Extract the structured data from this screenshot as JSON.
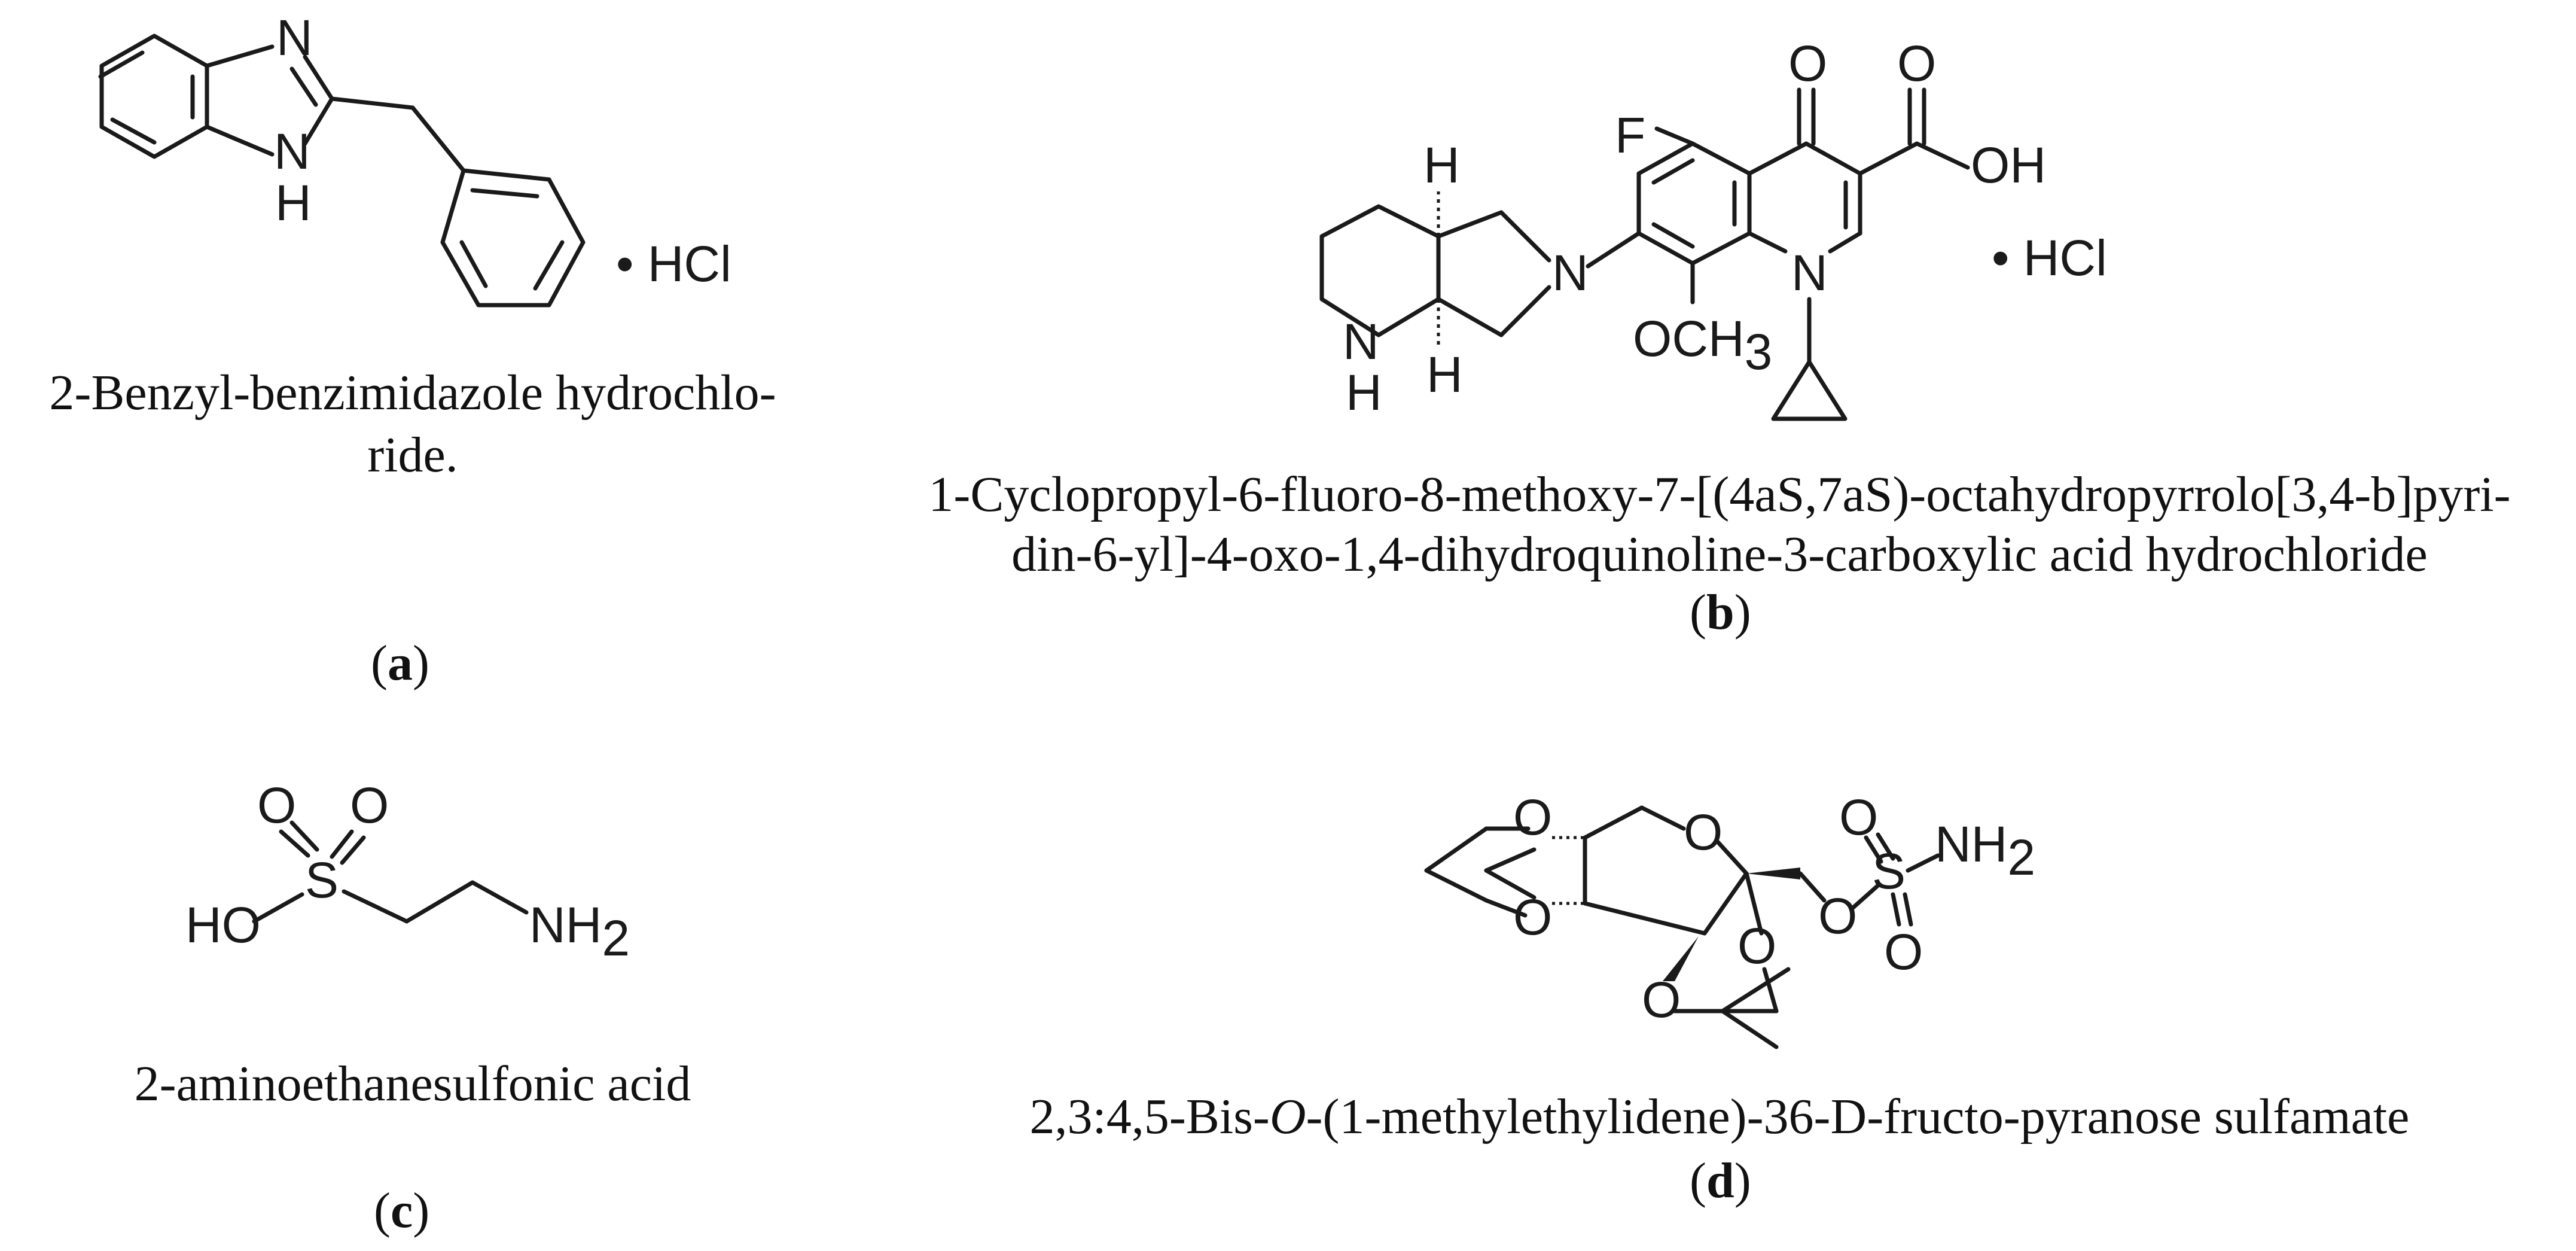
{
  "panels": [
    {
      "id": "a",
      "caption": "2-Benzyl-benzimidazole hydrochlo-\nride.",
      "label_open": "(",
      "label_letter": "a",
      "label_close": ")",
      "atoms": {
        "n_top": "N",
        "n_bottom_n": "N",
        "n_bottom_h": "H",
        "salt": "• HCl"
      }
    },
    {
      "id": "b",
      "caption_line1": "1-Cyclopropyl-6-fluoro-8-methoxy-7-[(4aS,7aS)-octahydropyrrolo[3,4-b]pyri-",
      "caption_line2": "din-6-yl]-4-oxo-1,4-dihydroquinoline-3-carboxylic acid hydrochloride",
      "label_open": "(",
      "label_letter": "b",
      "label_close": ")",
      "atoms": {
        "o_keto": "O",
        "o_acid": "O",
        "oh": "OH",
        "f": "F",
        "h_top": "H",
        "n_ring": "N",
        "n_quin": "N",
        "nh_n": "N",
        "nh_h": "H",
        "h_bottom": "H",
        "och3": "OCH",
        "och3_sub": "3",
        "salt": "• HCl"
      }
    },
    {
      "id": "c",
      "caption": "2-aminoethanesulfonic acid",
      "label_open": "(",
      "label_letter": "c",
      "label_close": ")",
      "atoms": {
        "o1": "O",
        "o2": "O",
        "s": "S",
        "ho": "HO",
        "nh2": "NH",
        "nh2_sub": "2"
      }
    },
    {
      "id": "d",
      "caption_part1": "2,3:4,5-Bis-",
      "caption_italic": "O",
      "caption_part2": "-(1-methylethylidene)-36-",
      "caption_smallcaps": "D",
      "caption_part3": "-fructo-pyranose sulfamate",
      "label_open": "(",
      "label_letter": "d",
      "label_close": ")",
      "atoms": {
        "o_a": "O",
        "o_ring": "O",
        "o_b": "O",
        "o_c": "O",
        "o_d": "O",
        "o_link": "O",
        "s": "S",
        "o_s1": "O",
        "o_s2": "O",
        "nh2": "NH",
        "nh2_sub": "2"
      }
    }
  ]
}
